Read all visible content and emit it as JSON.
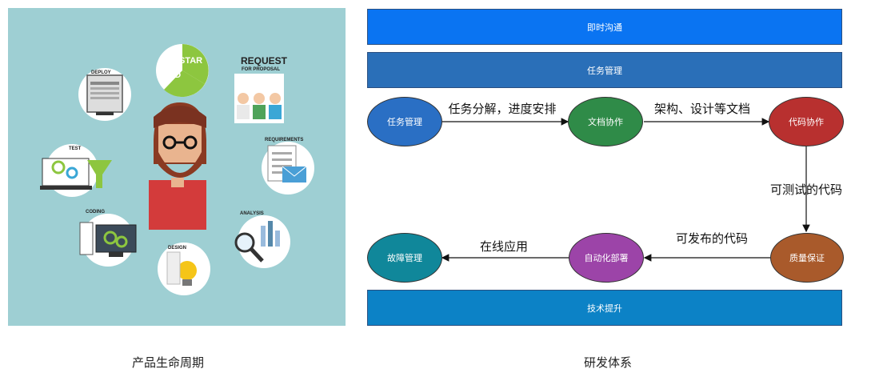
{
  "illustration": {
    "caption": "产品生命周期",
    "labels": {
      "deploy": "DEPLOY",
      "star": "STAR",
      "end": "END",
      "request": "REQUEST",
      "request_sub": "FOR PROPOSAL",
      "requirements": "REQUIREMENTS",
      "analysis": "ANALYSIS",
      "design": "DESIGN",
      "coding": "CODING",
      "test": "TEST"
    }
  },
  "diagram": {
    "caption": "研发体系",
    "bars": {
      "top1": "即时沟通",
      "top2": "任务管理",
      "bottom": "技术提升"
    },
    "nodes": {
      "task": "任务管理",
      "docs": "文档协作",
      "code": "代码协作",
      "qa": "质量保证",
      "deploy": "自动化部署",
      "ops": "故障管理"
    },
    "edges": {
      "task_docs": "任务分解，进度安排",
      "docs_code": "架构、设计等文档",
      "code_qa": "可测试的代码",
      "qa_deploy": "可发布的代码",
      "deploy_ops": "在线应用"
    },
    "colors": {
      "bar_top1": "#0a74f2",
      "bar_top2": "#2a6fb8",
      "bar_bottom": "#0c82c6",
      "task": "#2a6fc4",
      "docs": "#2f8b48",
      "code": "#b8302f",
      "qa": "#a95a2b",
      "deploy": "#9c44a8",
      "ops": "#10879a"
    }
  }
}
